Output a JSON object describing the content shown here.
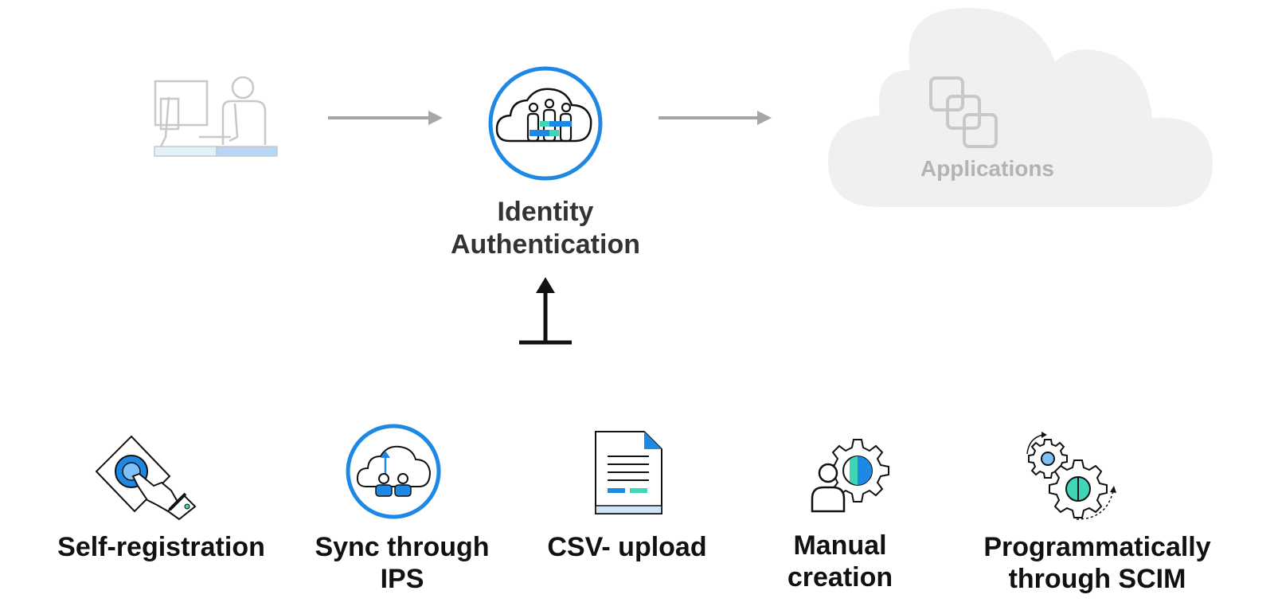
{
  "center": {
    "title_line1": "Identity",
    "title_line2": "Authentication"
  },
  "target": {
    "label": "Applications"
  },
  "methods": [
    {
      "line1": "Self-registration",
      "line2": ""
    },
    {
      "line1": "Sync through",
      "line2": "IPS"
    },
    {
      "line1": "CSV- upload",
      "line2": ""
    },
    {
      "line1": "Manual",
      "line2": "creation"
    },
    {
      "line1": "Programmatically",
      "line2": "through SCIM"
    }
  ],
  "colors": {
    "accent_blue": "#1e88e5",
    "accent_teal": "#3fd6b8",
    "arrow_gray": "#a6a6a6",
    "cloud_gray": "#eef0f1",
    "faded_gray": "#c8c8c8"
  },
  "icons": [
    "user-at-desk-icon",
    "identity-cloud-icon",
    "applications-cloud-icon",
    "self-registration-icon",
    "sync-cloud-icon",
    "csv-document-icon",
    "manual-creation-icon",
    "scim-gears-icon"
  ]
}
